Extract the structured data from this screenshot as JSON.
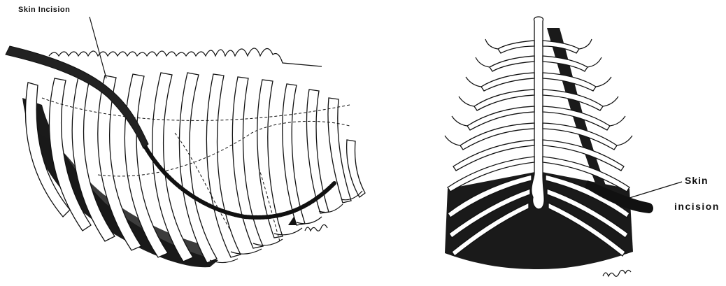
{
  "labels": {
    "left_incision": "Skin Incision",
    "right_incision_line1": "Skin",
    "right_incision_line2": "incision"
  },
  "colors": {
    "ink": "#111111",
    "background": "#ffffff"
  }
}
